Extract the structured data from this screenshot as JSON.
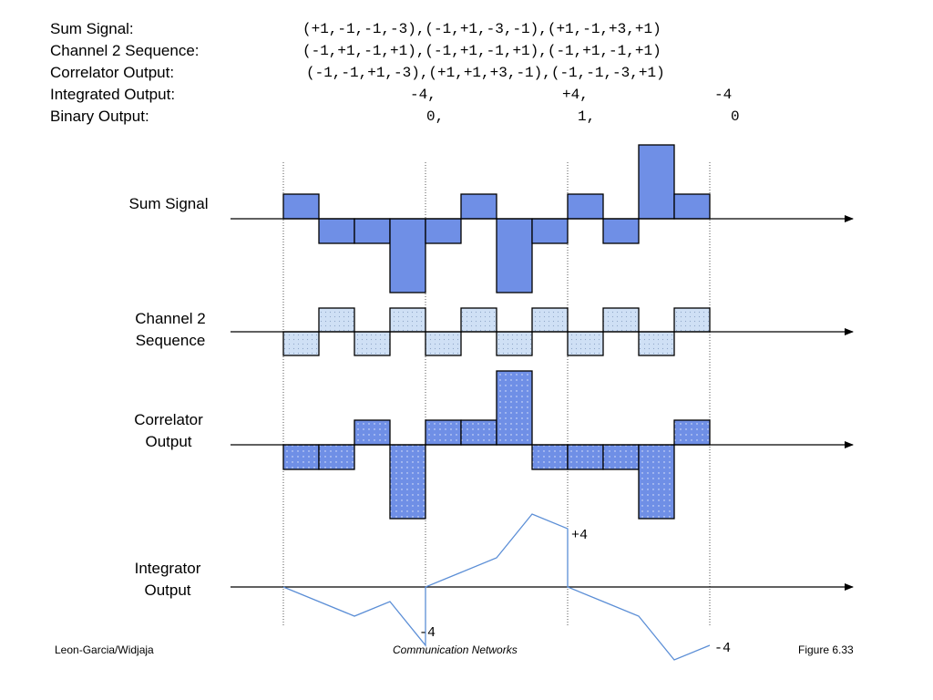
{
  "header": {
    "rows": [
      {
        "label": "Sum Signal:",
        "value": "(+1,-1,-1,-3),(-1,+1,-3,-1),(+1,-1,+3,+1)"
      },
      {
        "label": "Channel 2 Sequence:",
        "value": "(-1,+1,-1,+1),(-1,+1,-1,+1),(-1,+1,-1,+1)"
      },
      {
        "label": "Correlator Output:",
        "value": "(-1,-1,+1,-3),(+1,+1,+3,-1),(-1,-1,-3,+1)"
      },
      {
        "label": "Integrated Output:",
        "values": [
          "-4,",
          "+4,",
          "-4"
        ]
      },
      {
        "label": "Binary Output:",
        "values": [
          "0,",
          "1,",
          "0"
        ]
      }
    ]
  },
  "rows": {
    "sum_signal": {
      "label": "Sum Signal",
      "values": [
        1,
        -1,
        -1,
        -3,
        -1,
        1,
        -3,
        -1,
        1,
        -1,
        3,
        1
      ]
    },
    "channel2": {
      "label_line1": "Channel 2",
      "label_line2": "Sequence",
      "values": [
        -1,
        1,
        -1,
        1,
        -1,
        1,
        -1,
        1,
        -1,
        1,
        -1,
        1
      ]
    },
    "correlator": {
      "label_line1": "Correlator",
      "label_line2": "Output",
      "values": [
        -1,
        -1,
        1,
        -3,
        1,
        1,
        3,
        -1,
        -1,
        -1,
        -3,
        1
      ]
    },
    "integrator": {
      "label_line1": "Integrator",
      "label_line2": "Output",
      "points": [
        [
          0,
          0
        ],
        [
          1,
          -1
        ],
        [
          2,
          -2
        ],
        [
          3,
          -1
        ],
        [
          4,
          -4
        ],
        [
          4,
          0
        ],
        [
          5,
          1
        ],
        [
          6,
          2
        ],
        [
          7,
          5
        ],
        [
          8,
          4
        ],
        [
          8,
          0
        ],
        [
          9,
          -1
        ],
        [
          10,
          -2
        ],
        [
          11,
          -5
        ],
        [
          12,
          -4
        ]
      ],
      "annotations": [
        "-4",
        "+4",
        "-4"
      ]
    }
  },
  "colors": {
    "bar_fill": "#6f8fe6",
    "dotted_fill": "#cfe0f5",
    "line": "#5b8ed6",
    "stroke": "#000000"
  },
  "footer": {
    "left": "Leon-Garcia/Widjaja",
    "center": "Communication Networks",
    "right": "Figure 6.33"
  }
}
